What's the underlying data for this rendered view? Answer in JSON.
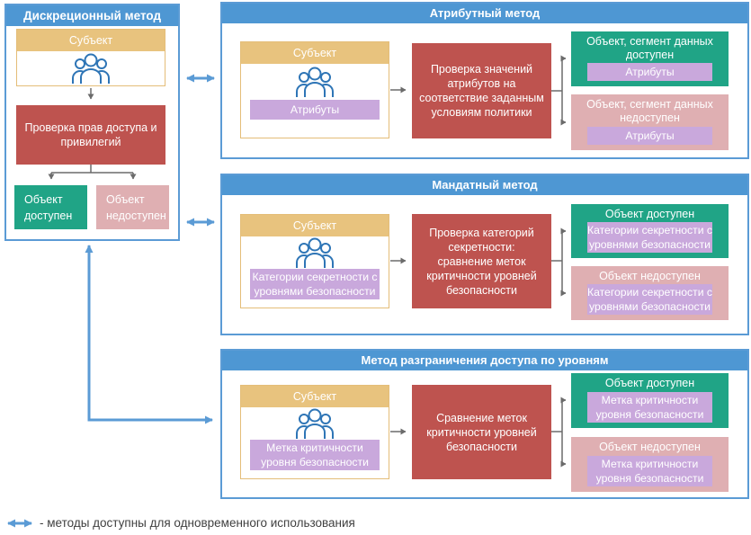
{
  "panels": {
    "discretionary": {
      "title": "Дискреционный метод",
      "subject": {
        "label": "Субъект"
      },
      "process": "Проверка прав доступа и привилегий",
      "granted": "Объект доступен",
      "denied": "Объект недоступен"
    },
    "attribute": {
      "title": "Атрибутный метод",
      "subject": {
        "label": "Субъект",
        "tag": "Атрибуты"
      },
      "process": "Проверка значений атрибутов на соответствие заданным условиям политики",
      "granted": {
        "title": "Объект, сегмент данных доступен",
        "tag": "Атрибуты"
      },
      "denied": {
        "title": "Объект, сегмент данных недоступен",
        "tag": "Атрибуты"
      }
    },
    "mandatory": {
      "title": "Мандатный метод",
      "subject": {
        "label": "Субъект",
        "tag": "Категории секретности с уровнями безопасности"
      },
      "process": "Проверка категорий секретности: сравнение меток критичности уровней безопасности",
      "granted": {
        "title": "Объект доступен",
        "tag": "Категории секретности с уровнями безопасности"
      },
      "denied": {
        "title": "Объект недоступен",
        "tag": "Категории секретности с уровнями безопасности"
      }
    },
    "levels": {
      "title": "Метод разграничения доступа по уровням",
      "subject": {
        "label": "Субъект",
        "tag": "Метка критичности уровня безопасности"
      },
      "process": "Сравнение меток критичности уровней безопасности",
      "granted": {
        "title": "Объект доступен",
        "tag": "Метка критичности уровня безопасности"
      },
      "denied": {
        "title": "Объект недоступен",
        "tag": "Метка критичности уровня безопасности"
      }
    }
  },
  "legend": {
    "text": "- методы доступны для одновременного использования"
  },
  "icons": {
    "subject_group": "people-group-icon"
  },
  "colors": {
    "panel_blue": "#4E97D3",
    "border_blue": "#5B9BD5",
    "subject_tan": "#E8C37E",
    "process_red": "#BE534F",
    "granted_green": "#20A486",
    "denied_pink": "#DFAFB2",
    "tag_purple": "#C9A8DC",
    "icon_blue": "#2E75B6",
    "flow_gray": "#6B6B6B"
  }
}
